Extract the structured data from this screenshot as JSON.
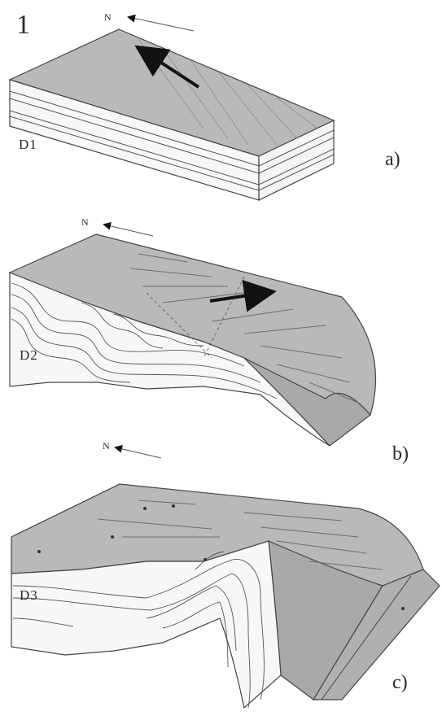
{
  "figure_number": "1",
  "panels": [
    {
      "letter": "a)",
      "stage": "D1",
      "north": "N"
    },
    {
      "letter": "b)",
      "stage": "D2",
      "north": "N"
    },
    {
      "letter": "c)",
      "stage": "D3",
      "north": "N"
    }
  ],
  "colors": {
    "surface": "#b9b9b9",
    "surface_dark": "#a9a9a9",
    "section": "#f7f7f7",
    "line": "#444444",
    "arrow": "#111111"
  }
}
